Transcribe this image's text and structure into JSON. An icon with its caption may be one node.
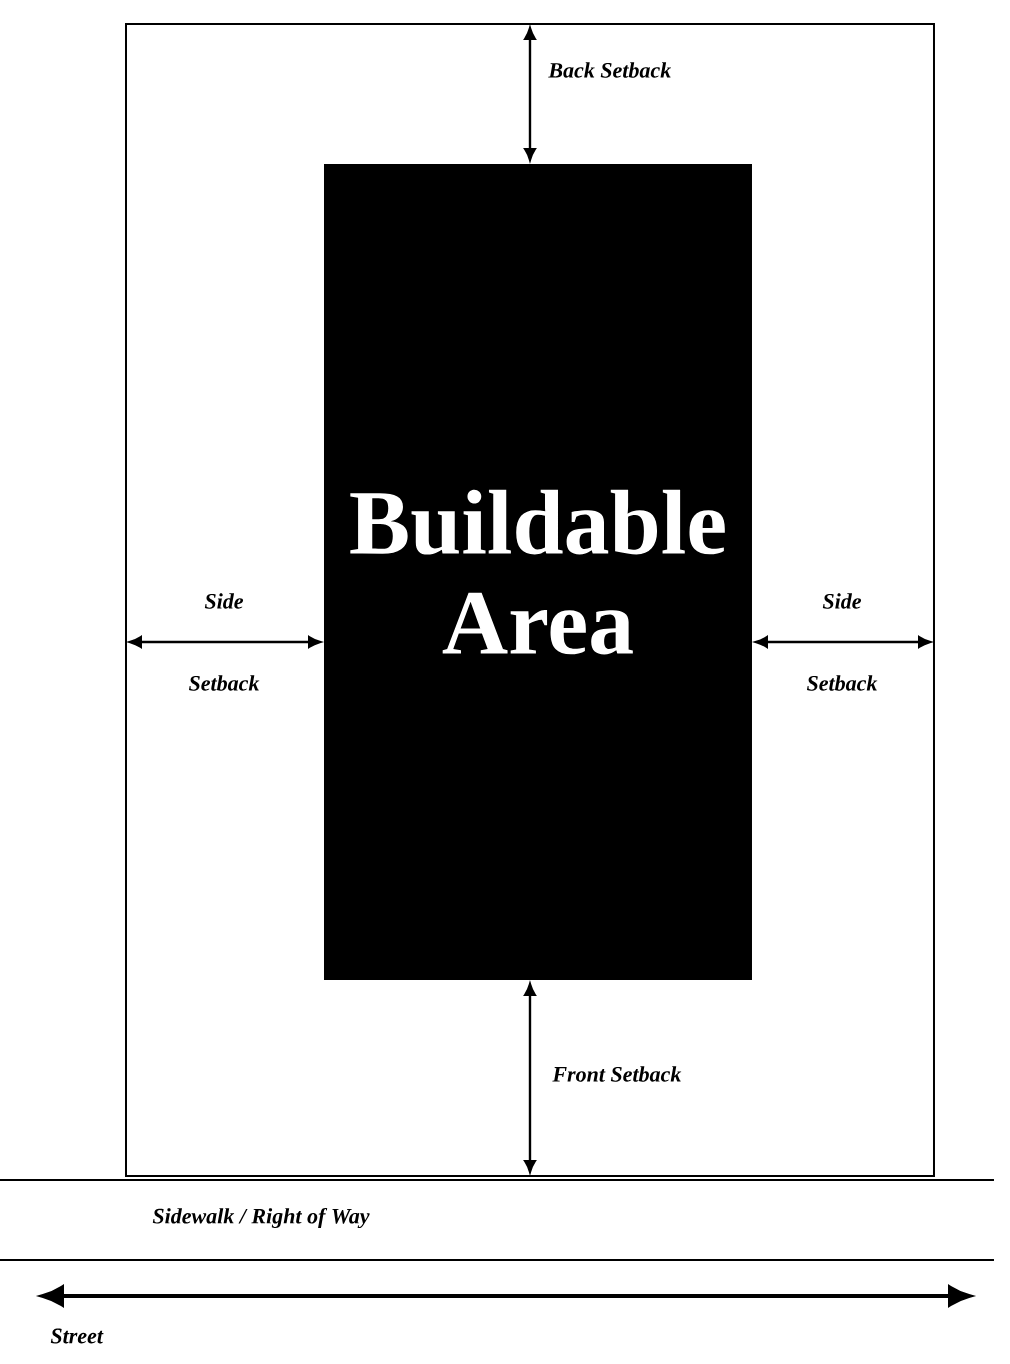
{
  "diagram": {
    "nodes": [
      {
        "text": [],
        "shape": "box"
      },
      {
        "text": [
          "Buildable Area"
        ],
        "in": 0
      }
    ],
    "labels": [
      "Back Setback",
      "Side Setback",
      "Side Setback",
      "Front Setback",
      "Sidewalk / Right of Way",
      "Street"
    ]
  }
}
